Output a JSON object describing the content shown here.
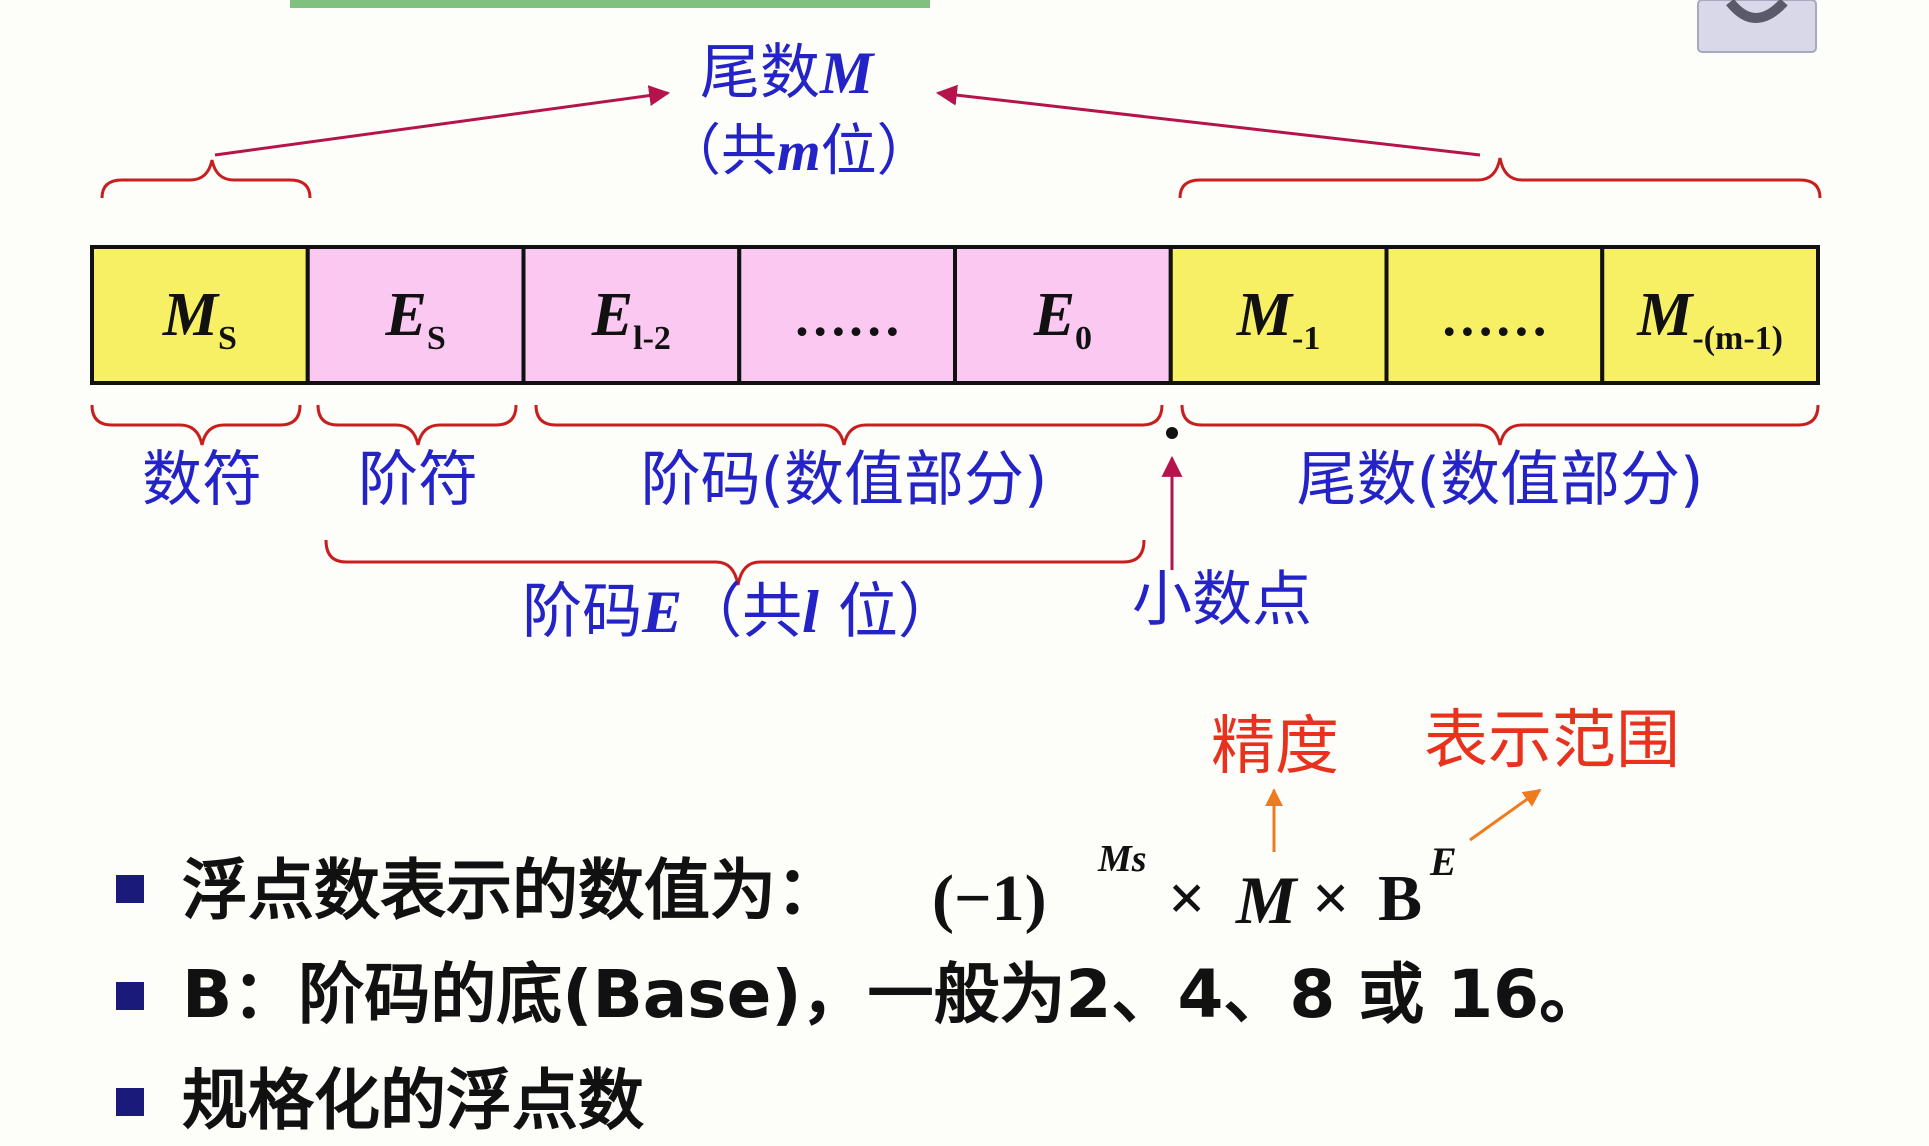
{
  "diagram": {
    "top_label": {
      "prefix": "尾数",
      "var": "M",
      "count_open": "（共",
      "count_var": "m",
      "count_close": "位）"
    },
    "cells": [
      {
        "main": "M",
        "sub": "S",
        "fill": "#f7f064"
      },
      {
        "main": "E",
        "sub": "S",
        "fill": "#fac8f0"
      },
      {
        "main": "E",
        "sub": "l-2",
        "fill": "#fac8f0"
      },
      {
        "main": "……",
        "sub": "",
        "fill": "#fac8f0"
      },
      {
        "main": "E",
        "sub": "0",
        "fill": "#fac8f0"
      },
      {
        "main": "M",
        "sub": "-1",
        "fill": "#f7f064"
      },
      {
        "main": "……",
        "sub": "",
        "fill": "#f7f064"
      },
      {
        "main": "M",
        "sub": "-(m-1)",
        "fill": "#f7f064"
      }
    ],
    "below_labels": {
      "sign": "数符",
      "exp_sign": "阶符",
      "exp_value": "阶码(数值部分)",
      "mant_value": "尾数(数值部分)"
    },
    "exponent_label": {
      "prefix": "阶码",
      "var": "E",
      "count_open": "（共",
      "count_var": "l",
      "count_close": " 位）"
    },
    "point_label": "小数点",
    "annotations": {
      "precision": "精度",
      "range": "表示范围"
    }
  },
  "bullets": {
    "b1_text": "浮点数表示的数值为：",
    "b1_formula": {
      "sign": "(−1)",
      "sign_exp": "Ms",
      "times1": "×",
      "m": "M",
      "times2": "×",
      "base": "B",
      "base_exp": "E"
    },
    "b2_text": "B：阶码的底(Base)，一般为2、4、8 或 16。",
    "b3_text": "规格化的浮点数"
  },
  "colors": {
    "blue_label": "#2323c8",
    "red_accent": "#e8321e",
    "brace": "#c81e1e",
    "arrow": "#b4144b",
    "mantissa_fill": "#f7f064",
    "exponent_fill": "#fac8f0"
  }
}
